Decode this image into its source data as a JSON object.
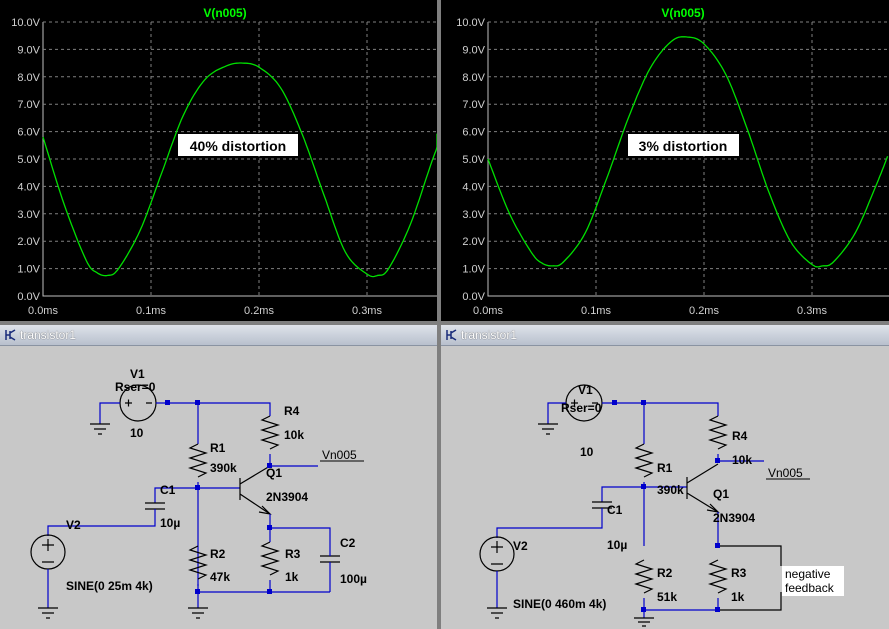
{
  "plots": [
    {
      "trace_label": "V(n005)",
      "annotation": "40% distortion",
      "y_ticks": [
        "10.0V",
        "9.0V",
        "8.0V",
        "7.0V",
        "6.0V",
        "5.0V",
        "4.0V",
        "3.0V",
        "2.0V",
        "1.0V",
        "0.0V"
      ],
      "x_ticks": [
        "0.0ms",
        "0.1ms",
        "0.2ms",
        "0.3ms"
      ],
      "colors": {
        "trace": "#00e000",
        "grid": "#808080",
        "background": "#000000",
        "label": "#00ff00"
      }
    },
    {
      "trace_label": "V(n005)",
      "annotation": "3% distortion",
      "y_ticks": [
        "10.0V",
        "9.0V",
        "8.0V",
        "7.0V",
        "6.0V",
        "5.0V",
        "4.0V",
        "3.0V",
        "2.0V",
        "1.0V",
        "0.0V"
      ],
      "x_ticks": [
        "0.0ms",
        "0.1ms",
        "0.2ms",
        "0.3ms"
      ],
      "colors": {
        "trace": "#00e000",
        "grid": "#808080",
        "background": "#000000",
        "label": "#00ff00"
      }
    }
  ],
  "chart_data": [
    {
      "type": "line",
      "title": "V(n005)",
      "xlabel": "",
      "ylabel": "",
      "xlim": [
        0.0,
        0.37
      ],
      "ylim": [
        0.0,
        10.0
      ],
      "x_unit": "ms",
      "y_unit": "V",
      "grid": true,
      "series": [
        {
          "name": "V(n005)",
          "x": [
            0.0,
            0.02,
            0.04,
            0.05,
            0.06,
            0.07,
            0.09,
            0.11,
            0.13,
            0.15,
            0.17,
            0.185,
            0.2,
            0.22,
            0.24,
            0.26,
            0.28,
            0.3,
            0.31,
            0.32,
            0.34,
            0.36,
            0.37
          ],
          "y": [
            5.8,
            3.3,
            1.3,
            0.85,
            0.75,
            1.0,
            2.4,
            4.5,
            6.6,
            7.9,
            8.4,
            8.5,
            8.35,
            7.6,
            5.9,
            3.7,
            1.6,
            0.8,
            0.75,
            1.0,
            2.6,
            4.9,
            5.9
          ]
        }
      ]
    },
    {
      "type": "line",
      "title": "V(n005)",
      "xlabel": "",
      "ylabel": "",
      "xlim": [
        0.0,
        0.37
      ],
      "ylim": [
        0.0,
        10.0
      ],
      "x_unit": "ms",
      "y_unit": "V",
      "grid": true,
      "series": [
        {
          "name": "V(n005)",
          "x": [
            0.0,
            0.02,
            0.04,
            0.05,
            0.06,
            0.07,
            0.09,
            0.11,
            0.13,
            0.15,
            0.17,
            0.185,
            0.2,
            0.22,
            0.24,
            0.26,
            0.28,
            0.3,
            0.31,
            0.32,
            0.34,
            0.36,
            0.37
          ],
          "y": [
            5.0,
            3.0,
            1.6,
            1.2,
            1.1,
            1.25,
            2.3,
            4.3,
            6.5,
            8.3,
            9.3,
            9.45,
            9.2,
            8.1,
            6.1,
            3.8,
            2.0,
            1.15,
            1.1,
            1.25,
            2.3,
            4.1,
            5.1
          ]
        }
      ]
    }
  ],
  "schematics": [
    {
      "window_title": "transistor1",
      "V1_name": "V1",
      "V1_rser": "Rser=0",
      "V1_value": "10",
      "R4_name": "R4",
      "R4_value": "10k",
      "R1_name": "R1",
      "R1_value": "390k",
      "Q1_name": "Q1",
      "Q1_model": "2N3904",
      "net_label": "Vn005",
      "C1_name": "C1",
      "C1_value": "10µ",
      "V2_name": "V2",
      "V2_value": "SINE(0 25m 4k)",
      "R2_name": "R2",
      "R2_value": "47k",
      "R3_name": "R3",
      "R3_value": "1k",
      "C2_name": "C2",
      "C2_value": "100µ"
    },
    {
      "window_title": "transistor1",
      "V1_name": "V1",
      "V1_rser": "Rser=0",
      "V1_value": "10",
      "R4_name": "R4",
      "R4_value": "10k",
      "R1_name": "R1",
      "R1_value": "390k",
      "Q1_name": "Q1",
      "Q1_model": "2N3904",
      "net_label": "Vn005",
      "C1_name": "C1",
      "C1_value": "10µ",
      "V2_name": "V2",
      "V2_value": "SINE(0 460m 4k)",
      "R2_name": "R2",
      "R2_value": "51k",
      "R3_name": "R3",
      "R3_value": "1k",
      "note_line1": "negative",
      "note_line2": "feedback"
    }
  ]
}
